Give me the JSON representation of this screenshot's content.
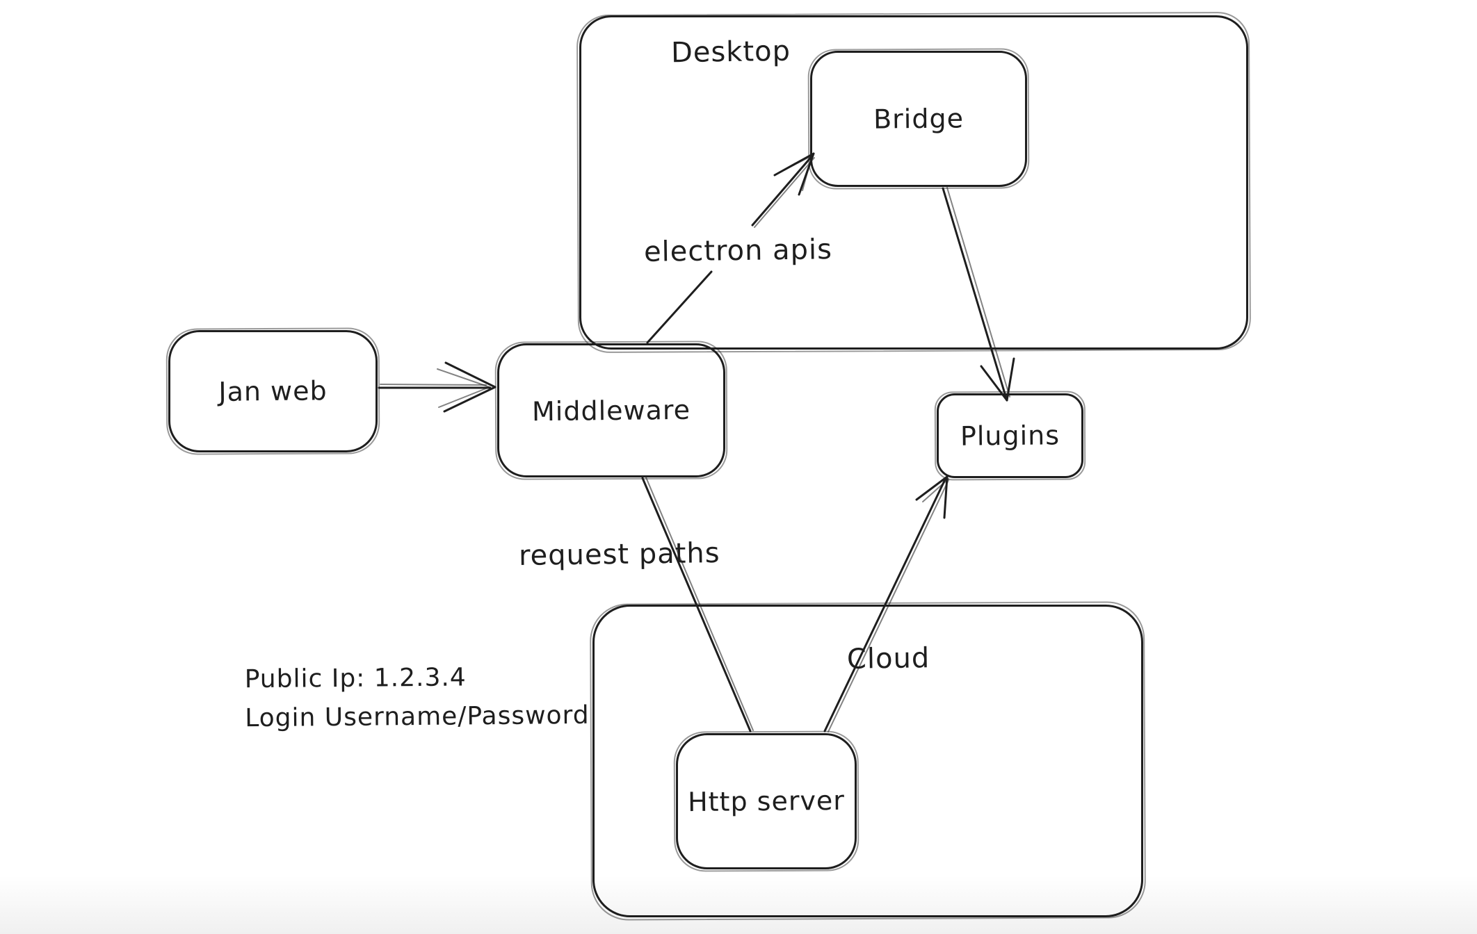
{
  "colors": {
    "stroke": "#1e1e1e",
    "background": "#ffffff"
  },
  "containers": {
    "desktop": "Desktop",
    "cloud": "Cloud"
  },
  "nodes": {
    "jan_web": "Jan web",
    "middleware": "Middleware",
    "bridge": "Bridge",
    "plugins": "Plugins",
    "http_server": "Http server"
  },
  "edge_labels": {
    "electron_apis": "electron apis",
    "request_paths": "request paths"
  },
  "notes": {
    "line1": "Public Ip: 1.2.3.4",
    "line2": "Login Username/Password"
  },
  "edges": [
    {
      "from": "Jan web",
      "to": "Middleware",
      "label": "",
      "arrowhead": true
    },
    {
      "from": "Middleware",
      "to": "Bridge",
      "label": "electron apis",
      "arrowhead": true
    },
    {
      "from": "Bridge",
      "to": "Plugins",
      "label": "",
      "arrowhead": true
    },
    {
      "from": "Middleware",
      "to": "Http server",
      "label": "request paths",
      "arrowhead": false
    },
    {
      "from": "Http server",
      "to": "Plugins",
      "label": "",
      "arrowhead": true
    }
  ]
}
